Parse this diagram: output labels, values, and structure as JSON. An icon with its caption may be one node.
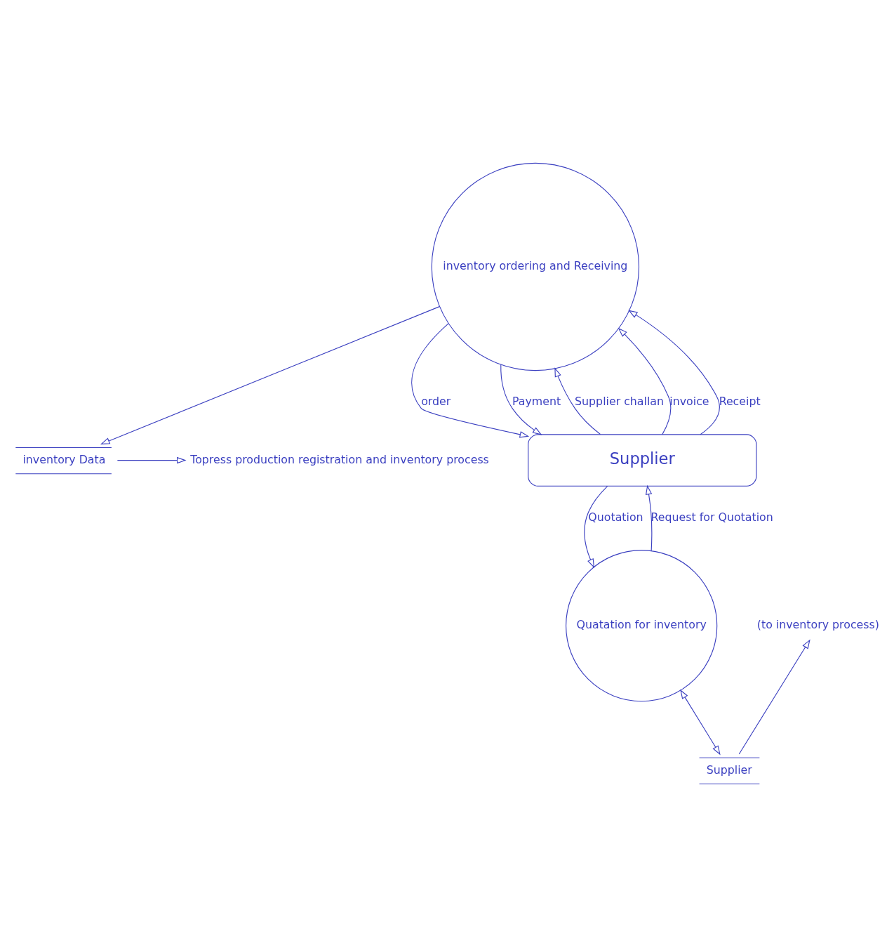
{
  "diagram": {
    "nodes": [
      {
        "text": [
          "inventory Data"
        ]
      },
      {
        "text": [
          "Quatation for inventory"
        ]
      },
      {
        "text": [
          "inventory ordering and Receiving"
        ]
      },
      {
        "text": [
          "Supplier"
        ]
      },
      {
        "text": [
          "Supplier"
        ]
      },
      {
        "text": [
          "(to inventory process)"
        ]
      },
      {
        "text": [
          "Topress production registration and inventory process"
        ]
      }
    ],
    "edges": [
      {
        "from": 2,
        "to": 0,
        "arrow": "to"
      },
      {
        "from": 0,
        "to": 6,
        "arrow": "to"
      },
      {
        "from": 3,
        "to": 5,
        "arrow": "to"
      },
      {
        "from": 1,
        "to": 3,
        "arrow": "both"
      },
      {
        "from": 2,
        "to": 4,
        "arrow": "to",
        "label": "order"
      },
      {
        "from": 4,
        "to": 2,
        "arrow": "to",
        "label": "Supplier challan"
      },
      {
        "from": 1,
        "to": 4,
        "arrow": "to",
        "label": "Request for Quotation"
      },
      {
        "from": 4,
        "to": 1,
        "arrow": "to",
        "label": "Quotation"
      },
      {
        "from": 4,
        "to": 2,
        "arrow": "to",
        "label": "invoice"
      },
      {
        "from": 2,
        "to": 4,
        "arrow": "to",
        "label": "Payment"
      },
      {
        "from": 4,
        "to": 2,
        "arrow": "to",
        "label": "Receipt"
      }
    ]
  }
}
